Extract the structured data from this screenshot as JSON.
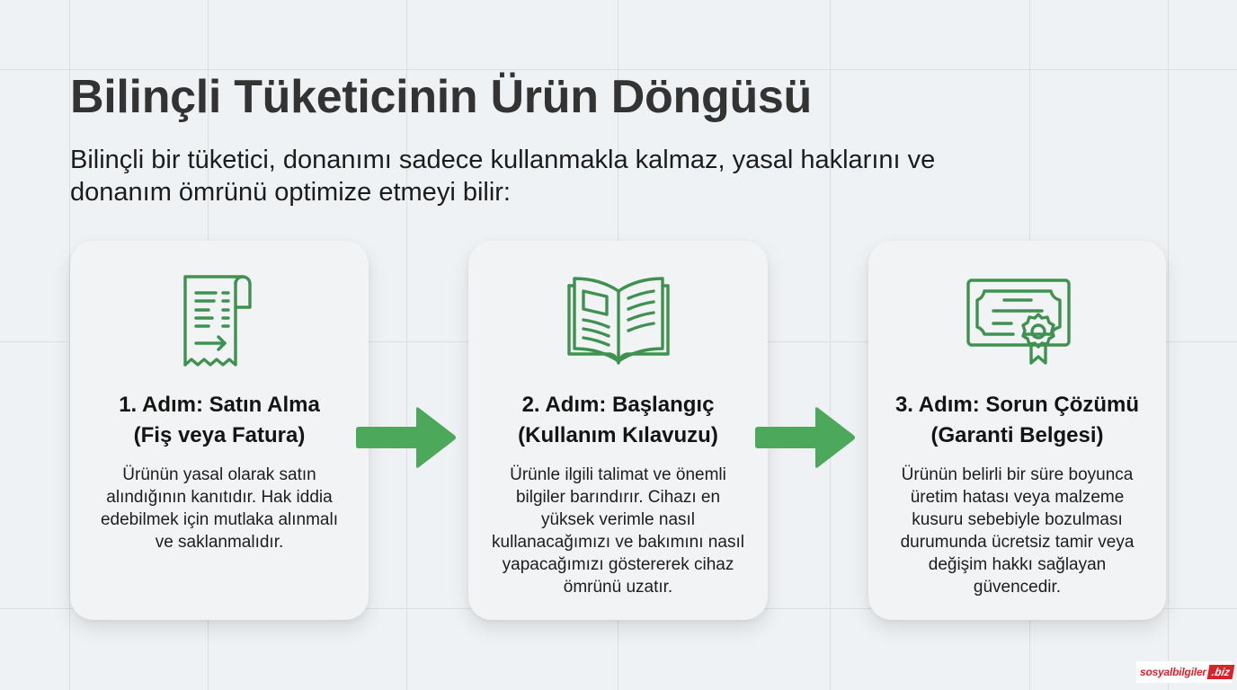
{
  "page": {
    "title": "Bilinçli Tüketicinin Ürün Döngüsü",
    "subtitle": "Bilinçli bir tüketici, donanımı sadece kullanmakla kalmaz, yasal haklarını ve donanım ömrünü optimize etmeyi bilir:"
  },
  "colors": {
    "accent_green": "#4ca85a",
    "icon_green": "#3f9150",
    "background": "#eff2f4",
    "card": "#f1f3f5",
    "logo_red": "#d6242b"
  },
  "steps": [
    {
      "icon": "receipt-icon",
      "heading_line1": "1. Adım: Satın Alma",
      "heading_line2": "(Fiş veya Fatura)",
      "body": "Ürünün yasal olarak satın alındığının kanıtıdır. Hak iddia edebilmek için mutlaka alınmalı ve saklanmalıdır."
    },
    {
      "icon": "open-book-icon",
      "heading_line1": "2. Adım: Başlangıç",
      "heading_line2": "(Kullanım Kılavuzu)",
      "body": "Ürünle ilgili talimat ve önemli bilgiler barındırır. Cihazı en yüksek verimle nasıl kullanacağımızı ve bakımını nasıl yapacağımızı göstererek cihaz ömrünü uzatır."
    },
    {
      "icon": "certificate-icon",
      "heading_line1": "3. Adım: Sorun Çözümü",
      "heading_line2": "(Garanti Belgesi)",
      "body": "Ürünün belirli bir süre boyunca üretim hatası veya malzeme kusuru sebebiyle bozulması durumunda ücretsiz tamir veya değişim hakkı sağlayan güvencedir."
    }
  ],
  "logo": {
    "brand": "sosyalbilgiler",
    "tld": ".biz"
  }
}
